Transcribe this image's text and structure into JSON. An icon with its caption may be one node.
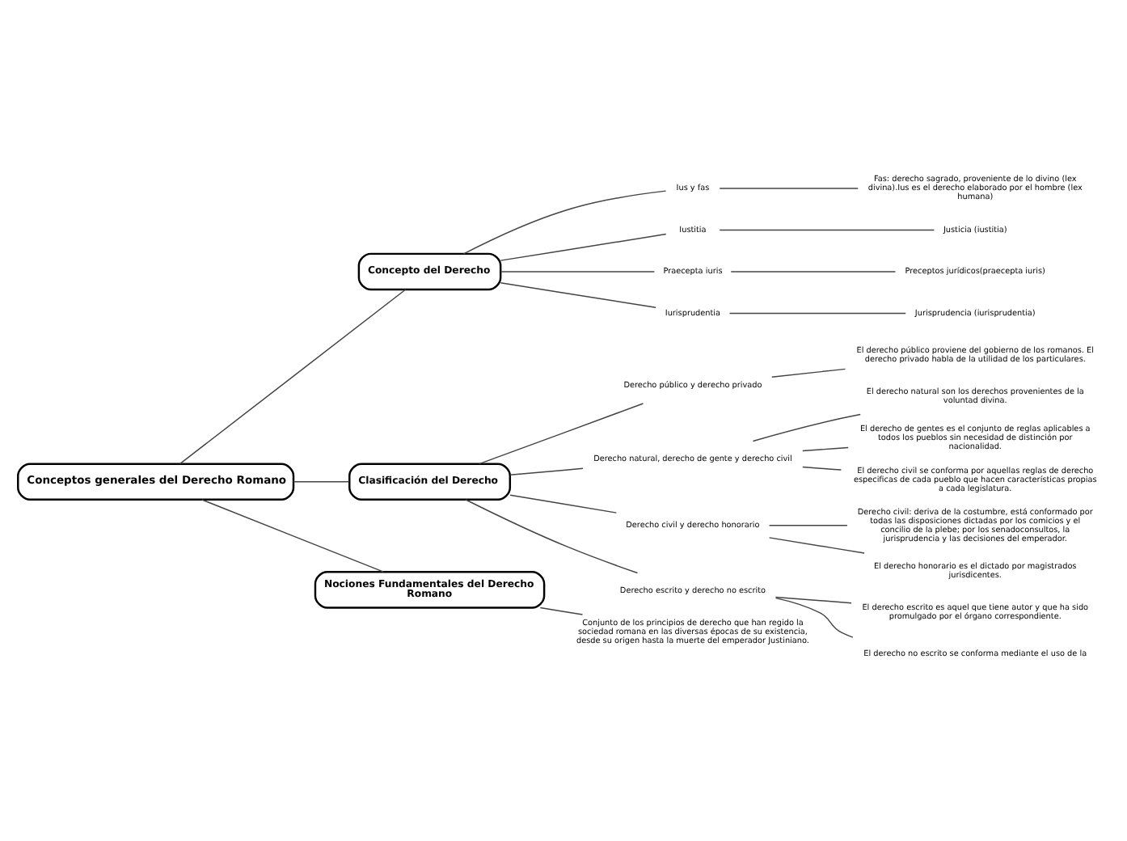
{
  "diagram": {
    "nodes": [
      {
        "text": [
          "Conceptos generales del Derecho Romano"
        ]
      },
      {
        "text": [
          "Concepto del Derecho"
        ]
      },
      {
        "text": [
          "Ius y fas"
        ]
      },
      {
        "text": [
          "Fas: derecho sagrado, proveniente de lo divino (lex divina).Ius es el derecho elaborado por el hombre (lex humana)"
        ]
      },
      {
        "text": [
          "Iustitia"
        ]
      },
      {
        "text": [
          "Justicia (iustitia)"
        ]
      },
      {
        "text": [
          "Praecepta iuris"
        ]
      },
      {
        "text": [
          "Preceptos jurídicos(praecepta iuris)"
        ]
      },
      {
        "text": [
          "Iurisprudentia"
        ]
      },
      {
        "text": [
          "Jurisprudencia (iurisprudentia)"
        ]
      },
      {
        "text": [
          "Clasificación del Derecho"
        ]
      },
      {
        "text": [
          "Derecho público y derecho privado"
        ]
      },
      {
        "text": [
          "El derecho público proviene del gobierno de los romanos. El derecho privado habla de la utilidad de los particulares."
        ]
      },
      {
        "text": [
          "Derecho natural, derecho de gente y derecho civil"
        ]
      },
      {
        "text": [
          "El derecho natural son los derechos provenientes de la voluntad divina."
        ]
      },
      {
        "text": [
          "El derecho de gentes es el conjunto de reglas aplicables a todos los pueblos sin necesidad de distinción por nacionalidad."
        ]
      },
      {
        "text": [
          "El derecho civil se conforma por aquellas reglas de derecho especificas de cada pueblo que hacen características propias a cada legislatura."
        ]
      },
      {
        "text": [
          "Derecho civil y derecho honorario"
        ]
      },
      {
        "text": [
          "Derecho civil: deriva de la costumbre, está conformado por todas las disposiciones dictadas por los comicios y el concilio de la plebe; por los senadoconsultos, la jurisprudencia y las decisiones del emperador."
        ]
      },
      {
        "text": [
          "El derecho honorario es el dictado por magistrados jurisdicentes."
        ]
      },
      {
        "text": [
          "Derecho escrito y derecho no escrito"
        ]
      },
      {
        "text": [
          "El derecho escrito es aquel que tiene autor y que ha sido promulgado por el órgano correspondiente."
        ]
      },
      {
        "text": [
          "El derecho no escrito se conforma mediante el uso de la"
        ]
      },
      {
        "text": [
          "Nociones Fundamentales del Derecho Romano"
        ]
      },
      {
        "text": [
          "Conjunto de los principios de derecho que han regido la sociedad romana en las diversas épocas de su existencia, desde su origen hasta la muerte del emperador Justiniano."
        ]
      }
    ],
    "edges": [
      {
        "from": 0,
        "to": 1,
        "arrow": "none"
      },
      {
        "from": 0,
        "to": 10,
        "arrow": "none"
      },
      {
        "from": 0,
        "to": 23,
        "arrow": "none"
      },
      {
        "from": 1,
        "to": 2,
        "arrow": "none"
      },
      {
        "from": 2,
        "to": 3,
        "arrow": "none"
      },
      {
        "from": 1,
        "to": 4,
        "arrow": "none"
      },
      {
        "from": 4,
        "to": 5,
        "arrow": "none"
      },
      {
        "from": 1,
        "to": 6,
        "arrow": "none"
      },
      {
        "from": 6,
        "to": 7,
        "arrow": "none"
      },
      {
        "from": 1,
        "to": 8,
        "arrow": "none"
      },
      {
        "from": 8,
        "to": 9,
        "arrow": "none"
      },
      {
        "from": 10,
        "to": 11,
        "arrow": "none"
      },
      {
        "from": 11,
        "to": 12,
        "arrow": "none"
      },
      {
        "from": 10,
        "to": 13,
        "arrow": "none"
      },
      {
        "from": 13,
        "to": 14,
        "arrow": "none"
      },
      {
        "from": 13,
        "to": 15,
        "arrow": "none"
      },
      {
        "from": 13,
        "to": 16,
        "arrow": "none"
      },
      {
        "from": 10,
        "to": 17,
        "arrow": "none"
      },
      {
        "from": 17,
        "to": 18,
        "arrow": "none"
      },
      {
        "from": 17,
        "to": 19,
        "arrow": "none"
      },
      {
        "from": 10,
        "to": 20,
        "arrow": "none"
      },
      {
        "from": 20,
        "to": 21,
        "arrow": "none"
      },
      {
        "from": 20,
        "to": 22,
        "arrow": "none"
      },
      {
        "from": 23,
        "to": 24,
        "arrow": "none"
      }
    ]
  }
}
